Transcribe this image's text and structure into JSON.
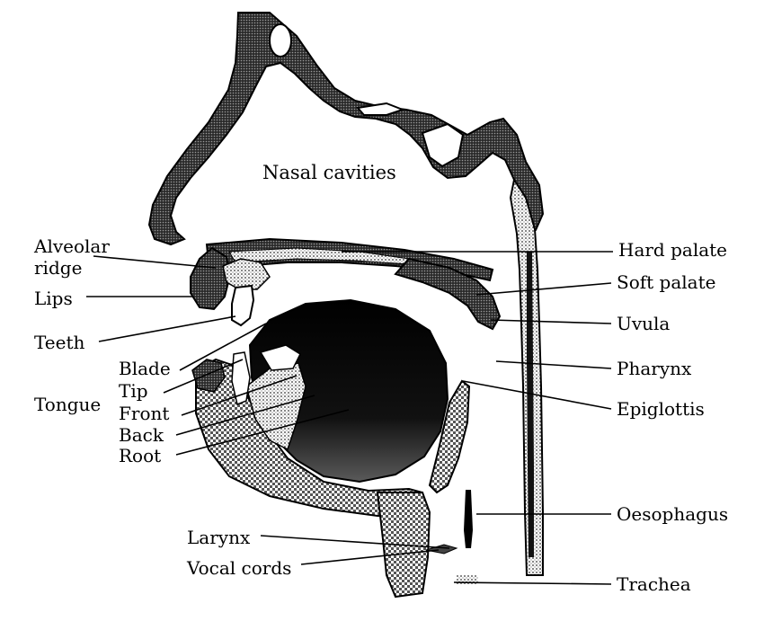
{
  "diagram": {
    "colors": {
      "ink": "#000000",
      "paper": "#ffffff",
      "tissue": "#6e6e6e",
      "stipple": "#b8b8b8"
    },
    "labels": {
      "nasal_cavities": "Nasal cavities",
      "alveolar_ridge_line1": "Alveolar",
      "alveolar_ridge_line2": "ridge",
      "lips": "Lips",
      "teeth": "Teeth",
      "tongue": "Tongue",
      "blade": "Blade",
      "tip": "Tip",
      "front": "Front",
      "back": "Back",
      "root": "Root",
      "larynx": "Larynx",
      "vocal_cords": "Vocal cords",
      "hard_palate": "Hard palate",
      "soft_palate": "Soft palate",
      "uvula": "Uvula",
      "pharynx": "Pharynx",
      "epiglottis": "Epiglottis",
      "oesophagus": "Oesophagus",
      "trachea": "Trachea"
    }
  }
}
